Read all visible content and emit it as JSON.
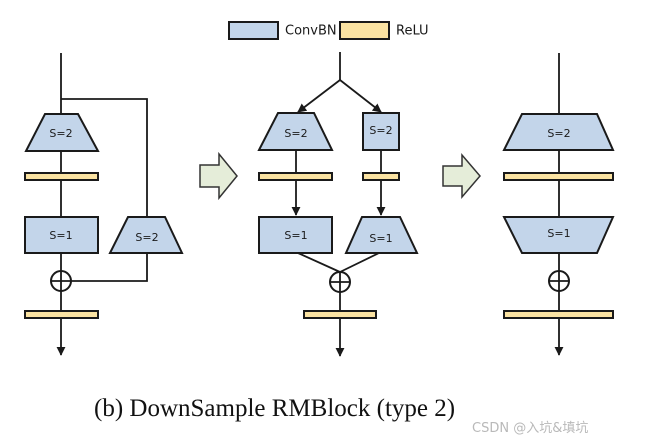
{
  "legend": {
    "items": [
      {
        "label": "ConvBN",
        "color": "#c3d5ea"
      },
      {
        "label": "ReLU",
        "color": "#fbe3a2"
      }
    ]
  },
  "diagrams": {
    "left": {
      "main_conv1": "S=2",
      "main_conv2": "S=1",
      "shortcut_conv": "S=2"
    },
    "middle": {
      "left_conv1": "S=2",
      "left_conv2": "S=1",
      "right_conv1": "S=2",
      "right_conv2": "S=1"
    },
    "right": {
      "conv1": "S=2",
      "conv2": "S=1"
    }
  },
  "colors": {
    "convbn": "#c3d5ea",
    "relu": "#fbe3a2",
    "transform_arrow": "#e5edd9"
  },
  "caption": "(b) DownSample RMBlock (type 2)",
  "watermark": "CSDN @入坑&填坑"
}
